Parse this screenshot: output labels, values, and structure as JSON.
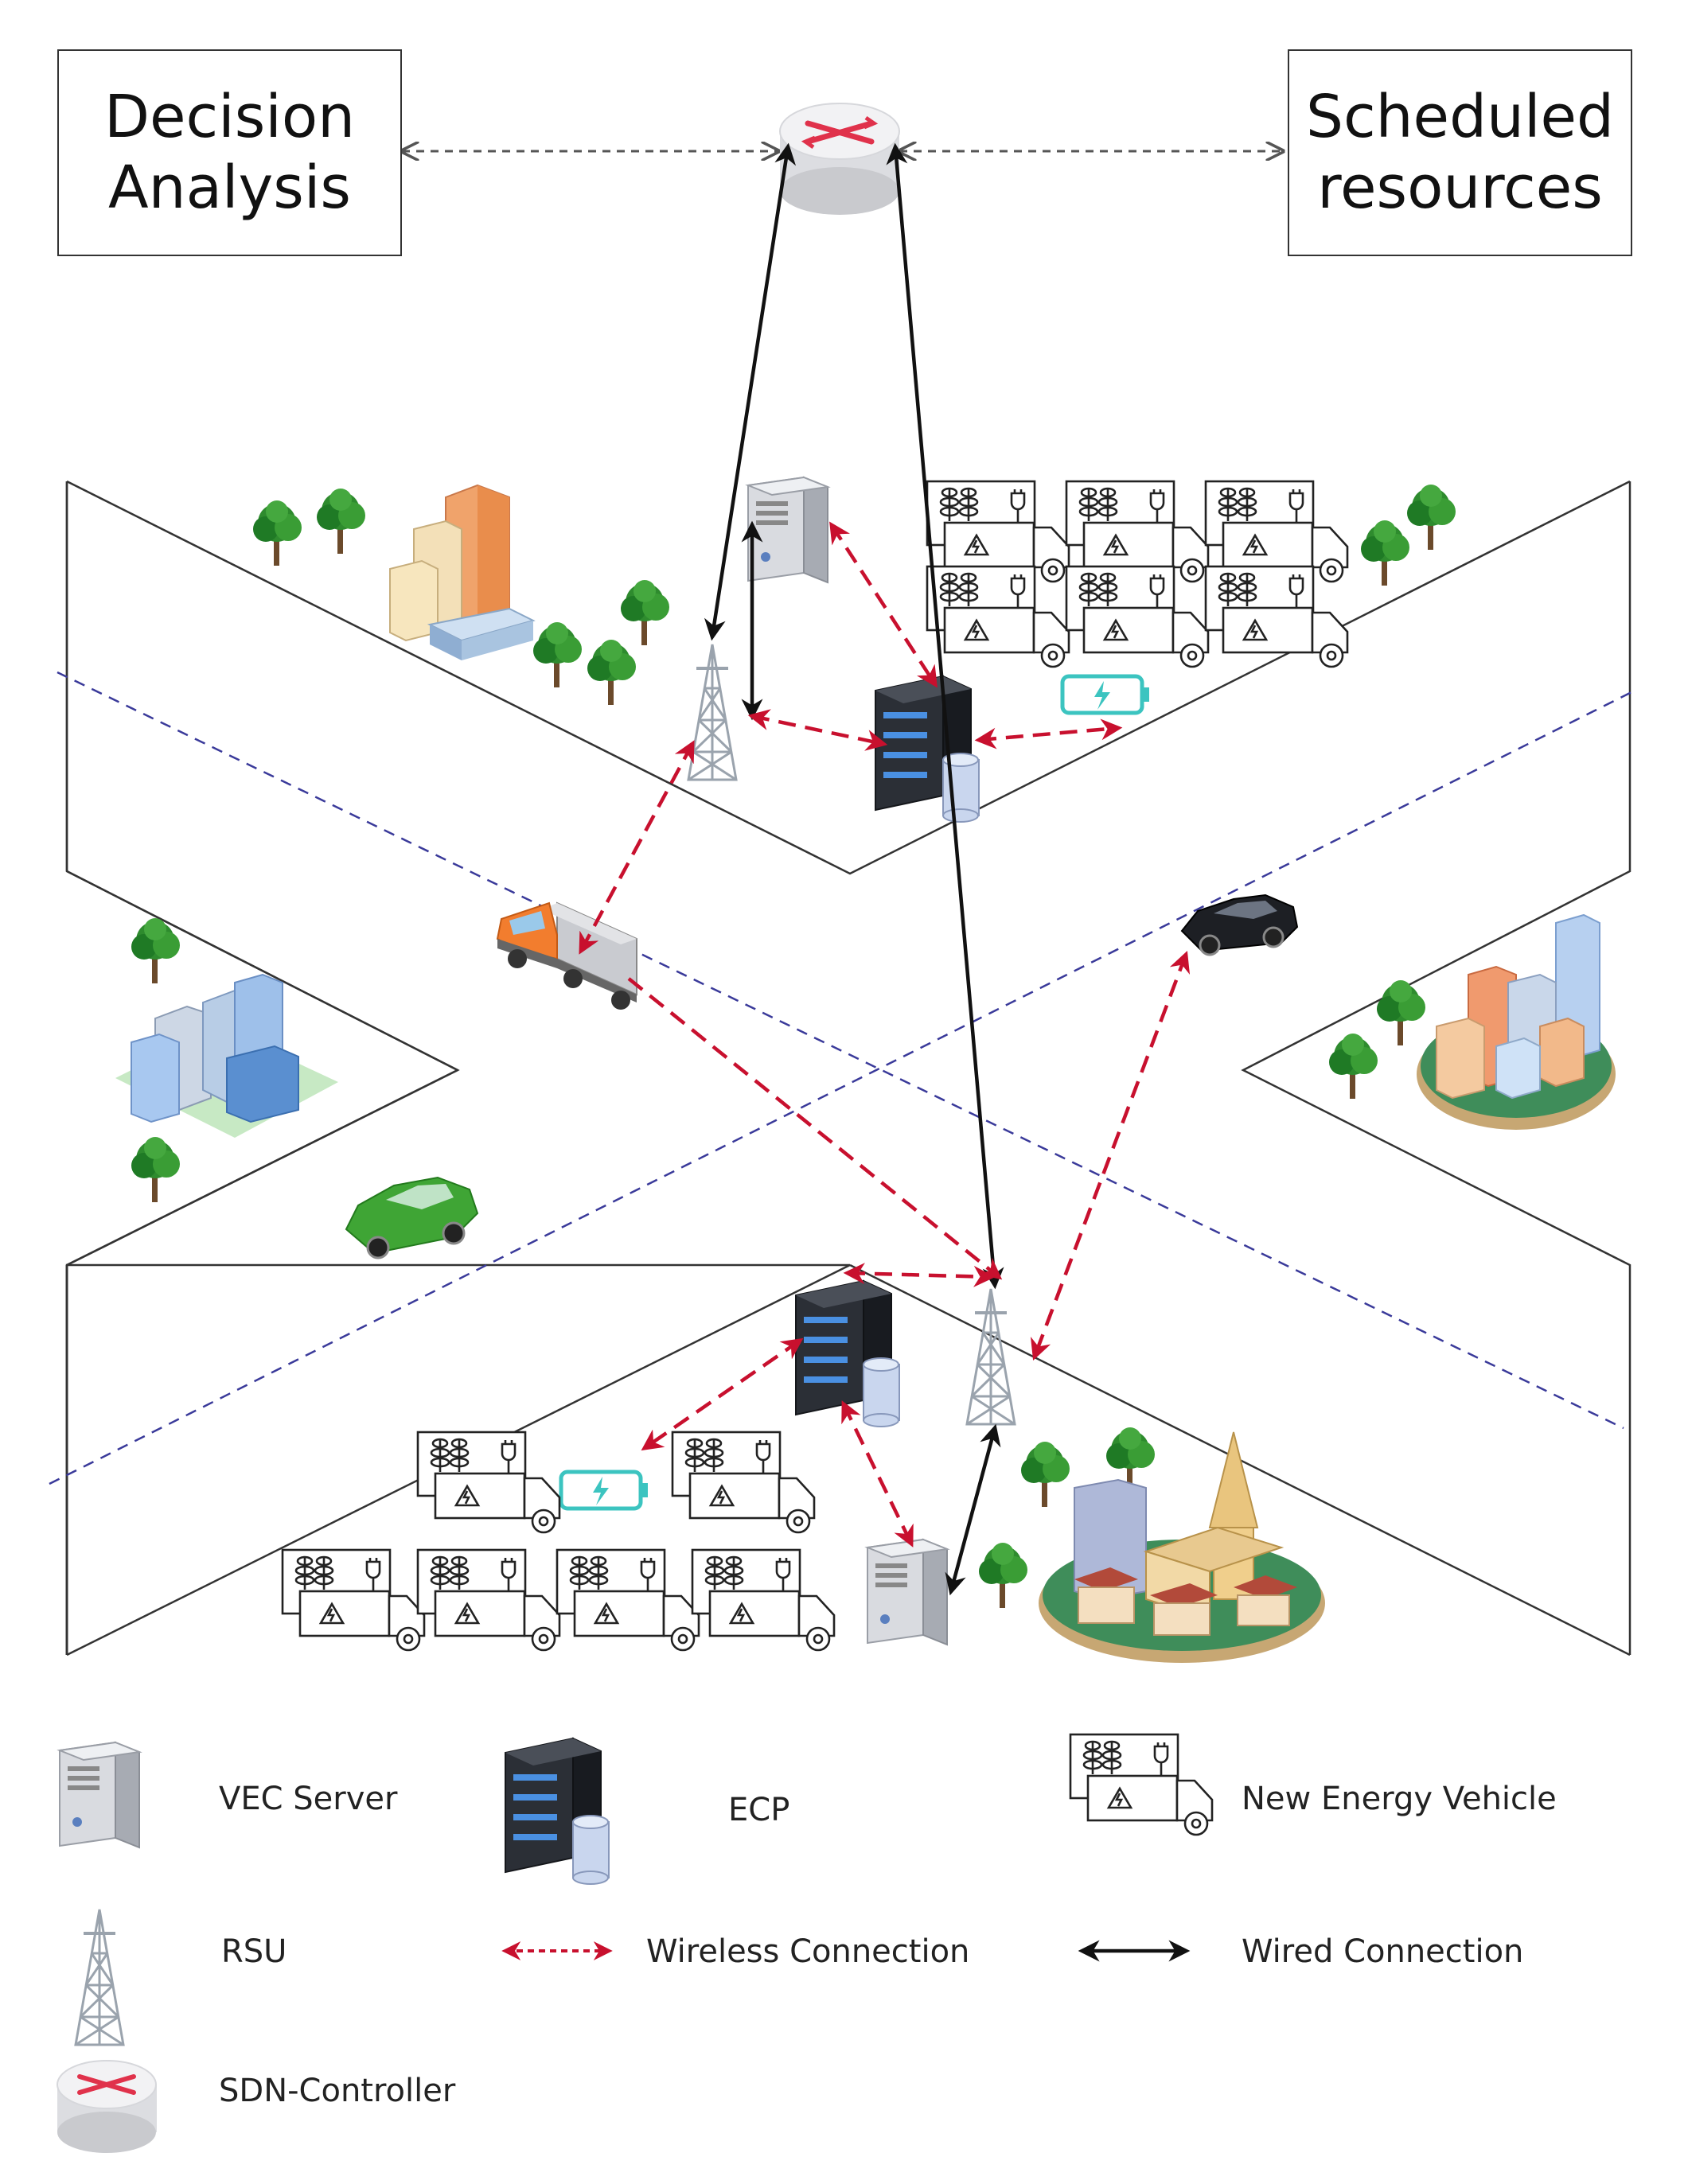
{
  "top_boxes": {
    "decision": "Decision\nAnalysis",
    "scheduled": "Scheduled\nresources"
  },
  "legend": {
    "vec_server": "VEC Server",
    "ecp": "ECP",
    "nev": "New Energy Vehicle",
    "rsu": "RSU",
    "wireless": "Wireless Connection",
    "wired": "Wired Connection",
    "sdn": "SDN-Controller"
  },
  "colors": {
    "wireless": "#c8102e",
    "wired": "#111111",
    "lane_divider": "#3a3a9a",
    "battery": "#3cc4c0",
    "tree": "#2e8b2e",
    "controller_x": "#e0324b"
  },
  "icons": [
    "sdn-controller-icon",
    "vec-server-icon",
    "ecp-server-icon",
    "rsu-tower-icon",
    "new-energy-vehicle-icon",
    "battery-icon",
    "truck-icon",
    "car-icon",
    "tree-icon",
    "building-icon"
  ]
}
